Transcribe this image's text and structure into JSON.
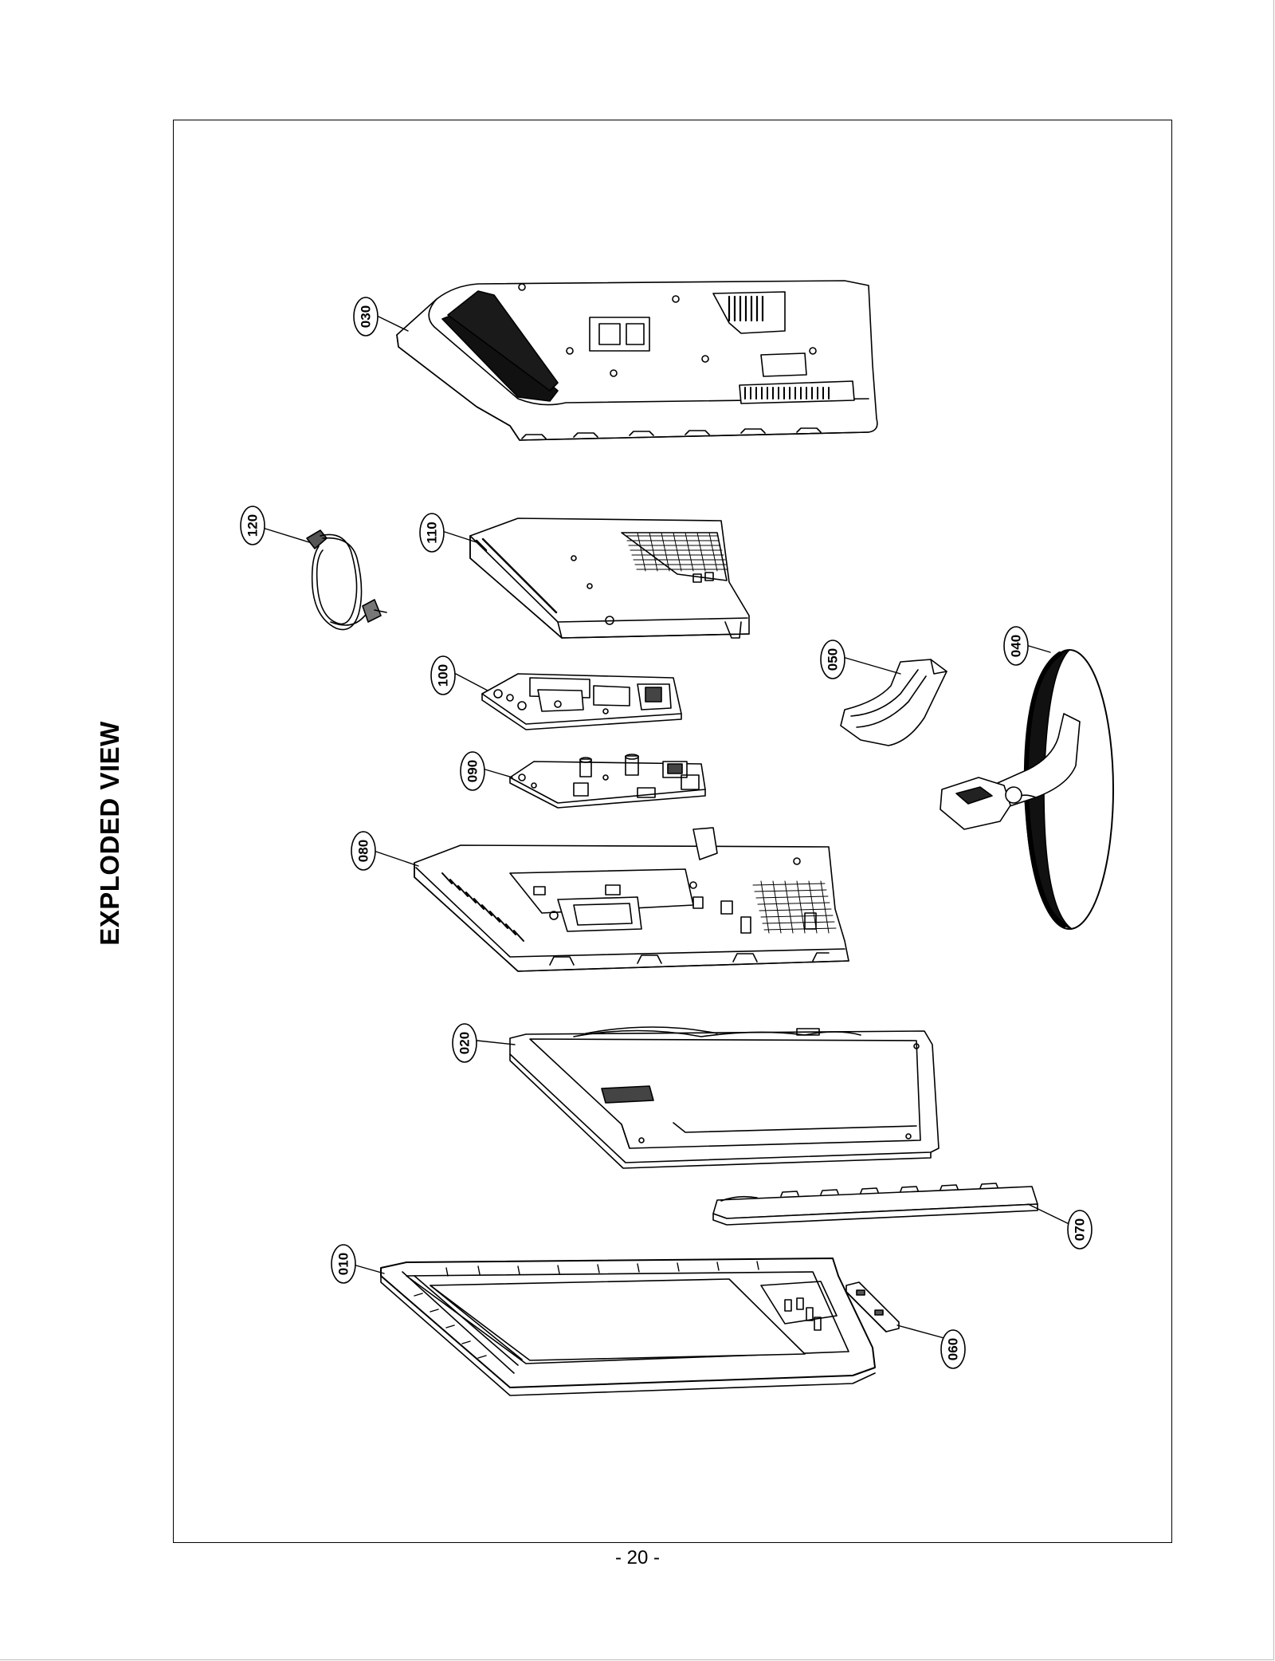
{
  "section_title": "EXPLODED VIEW",
  "page_number": "- 20 -",
  "callouts": [
    {
      "id": "part-030",
      "label": "030"
    },
    {
      "id": "part-120",
      "label": "120"
    },
    {
      "id": "part-110",
      "label": "110"
    },
    {
      "id": "part-100",
      "label": "100"
    },
    {
      "id": "part-090",
      "label": "090"
    },
    {
      "id": "part-080",
      "label": "080"
    },
    {
      "id": "part-050",
      "label": "050"
    },
    {
      "id": "part-040",
      "label": "040"
    },
    {
      "id": "part-020",
      "label": "020"
    },
    {
      "id": "part-070",
      "label": "070"
    },
    {
      "id": "part-010",
      "label": "010"
    },
    {
      "id": "part-060",
      "label": "060"
    }
  ]
}
